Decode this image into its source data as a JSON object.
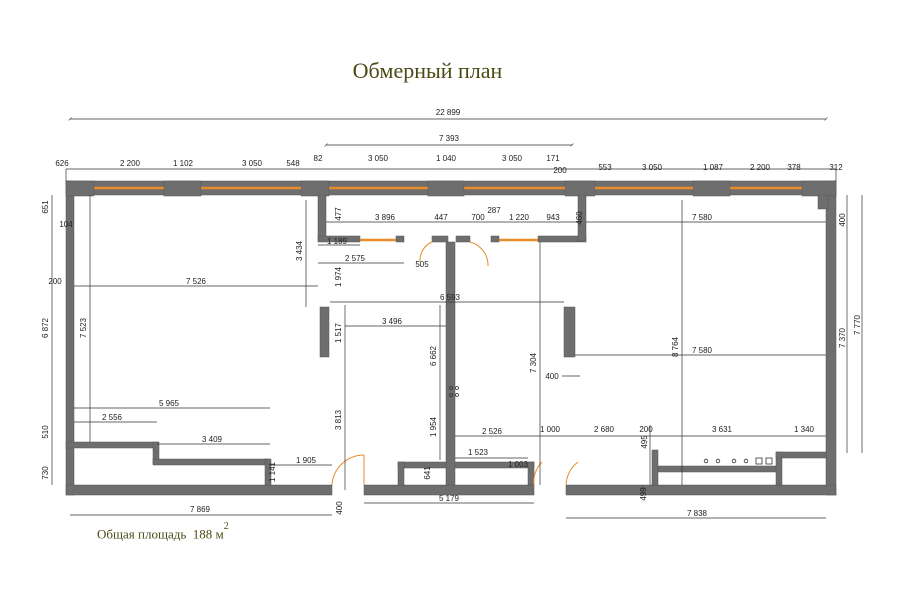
{
  "title": "Обмерный план",
  "area": {
    "label": "Общая площадь",
    "value": "188 м",
    "sup": "2"
  },
  "colors": {
    "wall": "#6e6e6e",
    "window": "#e8892a",
    "dim": "#333333",
    "text": "#4a4a14"
  },
  "dims": {
    "d22899": "22 899",
    "d7393": "7 393",
    "top626": "626",
    "top2200a": "2 200",
    "top1102": "1 102",
    "top3050a": "3 050",
    "top548": "548",
    "top82": "82",
    "top3050b": "3 050",
    "top1040": "1 040",
    "top3050c": "3 050",
    "top171": "171",
    "top200": "200",
    "top553": "553",
    "top3050d": "3 050",
    "top1087": "1 087",
    "top2200b": "2 200",
    "top378": "378",
    "top312": "312",
    "d651": "651",
    "d104": "104",
    "d477": "477",
    "d3896": "3 896",
    "d447": "447",
    "d700": "700",
    "d287": "287",
    "d1220": "1 220",
    "d943": "943",
    "d460": "460",
    "d7580a": "7 580",
    "d400r": "400",
    "d1189": "1 189",
    "d3434": "3 434",
    "d2575": "2 575",
    "d505": "505",
    "d200": "200",
    "d7526": "7 526",
    "d1974": "1 974",
    "d6872": "6 872",
    "d7523": "7 523",
    "d6593": "6 593",
    "d3496": "3 496",
    "d1517": "1 517",
    "d6662": "6 662",
    "d7304": "7 304",
    "d8764": "8 764",
    "d7580b": "7 580",
    "d7370": "7 370",
    "d7770": "7 770",
    "d400m": "400",
    "d5965": "5 965",
    "d2556": "2 556",
    "d3813": "3 813",
    "d1954": "1 954",
    "d510": "510",
    "d3409": "3 409",
    "d2526": "2 526",
    "d1000": "1 000",
    "d2680": "2 680",
    "d200b": "200",
    "d3631": "3 631",
    "d1340": "1 340",
    "d495": "495",
    "d1523": "1 523",
    "d641": "641",
    "d1003": "1 003",
    "d730": "730",
    "d1141": "1 141",
    "d1905": "1 905",
    "d499": "499",
    "d400b": "400",
    "d7869": "7 869",
    "d5179": "5 179",
    "d7838": "7 838"
  }
}
